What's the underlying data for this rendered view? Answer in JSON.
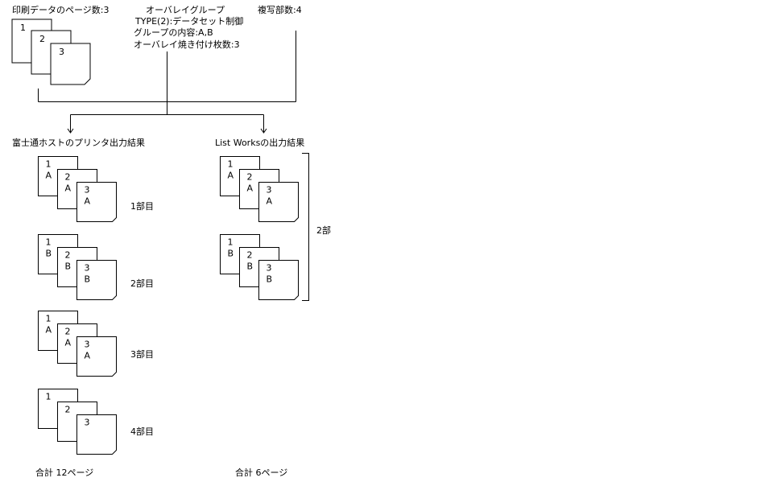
{
  "input": {
    "print_pages_label": "印刷データのページ数:3",
    "pages": [
      "1",
      "2",
      "3"
    ]
  },
  "overlay": {
    "title": "オーバレイグループ",
    "lines": [
      "TYPE(2):データセット制御",
      "グループの内容:A,B",
      "オーバレイ焼き付け枚数:3"
    ]
  },
  "copies": {
    "label": "複写部数:4"
  },
  "fujitsu": {
    "title": "富士通ホストのプリンタ出力結果",
    "sets": [
      {
        "label": "1部目",
        "pages": [
          [
            "1",
            "A"
          ],
          [
            "2",
            "A"
          ],
          [
            "3",
            "A"
          ]
        ]
      },
      {
        "label": "2部目",
        "pages": [
          [
            "1",
            "B"
          ],
          [
            "2",
            "B"
          ],
          [
            "3",
            "B"
          ]
        ]
      },
      {
        "label": "3部目",
        "pages": [
          [
            "1",
            "A"
          ],
          [
            "2",
            "A"
          ],
          [
            "3",
            "A"
          ]
        ]
      },
      {
        "label": "4部目",
        "pages": [
          [
            "1"
          ],
          [
            "2"
          ],
          [
            "3"
          ]
        ]
      }
    ],
    "total": "合計 12ページ"
  },
  "listworks": {
    "title": "List Worksの出力結果",
    "sets": [
      {
        "pages": [
          [
            "1",
            "A"
          ],
          [
            "2",
            "A"
          ],
          [
            "3",
            "A"
          ]
        ]
      },
      {
        "pages": [
          [
            "1",
            "B"
          ],
          [
            "2",
            "B"
          ],
          [
            "3",
            "B"
          ]
        ]
      }
    ],
    "bracket_label": "2部",
    "total": "合計 6ページ"
  },
  "colors": {
    "line": "#000000",
    "paper": "#ffffff"
  }
}
